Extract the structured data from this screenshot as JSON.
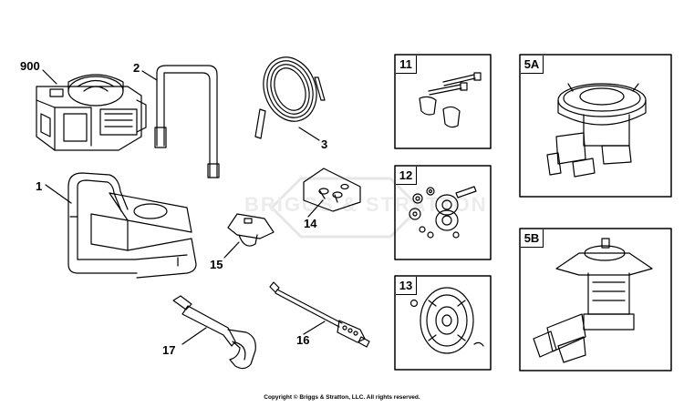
{
  "watermark": "BRIGGS & STRATTON",
  "parts": {
    "p900": "900",
    "p2": "2",
    "p3": "3",
    "p1": "1",
    "p14": "14",
    "p15": "15",
    "p16": "16",
    "p17": "17"
  },
  "boxes": {
    "b11": "11",
    "b12": "12",
    "b13": "13",
    "b5a": "5A",
    "b5b": "5B"
  },
  "copyright": "Copyright © Briggs & Stratton, LLC. All rights reserved."
}
